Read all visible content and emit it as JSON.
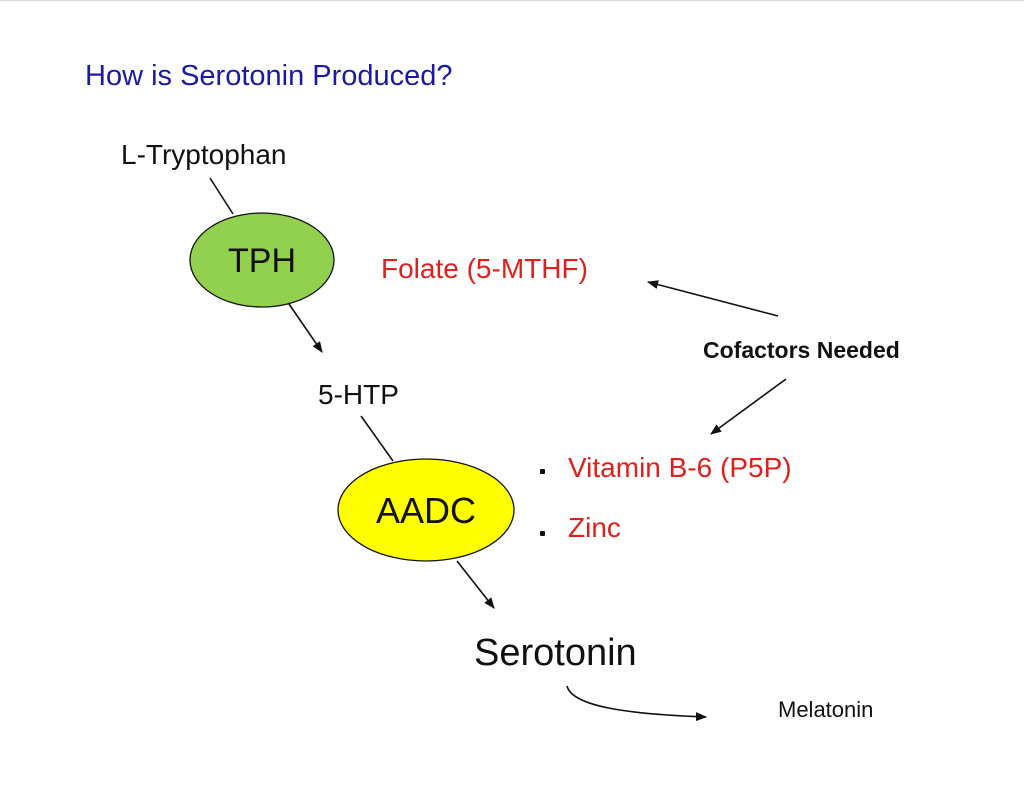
{
  "title": "How is Serotonin Produced?",
  "pathway": {
    "substrates": {
      "l_tryptophan": "L-Tryptophan",
      "five_htp": "5-HTP",
      "serotonin": "Serotonin",
      "melatonin": "Melatonin"
    },
    "enzymes": {
      "tph": {
        "label": "TPH",
        "color": "#92d050"
      },
      "aadc": {
        "label": "AADC",
        "color": "#ffff00"
      }
    }
  },
  "cofactors": {
    "heading": "Cofactors Needed",
    "folate": "Folate (5-MTHF)",
    "items": [
      "Vitamin B-6 (P5P)",
      "Zinc"
    ],
    "color": "#e0201c"
  }
}
